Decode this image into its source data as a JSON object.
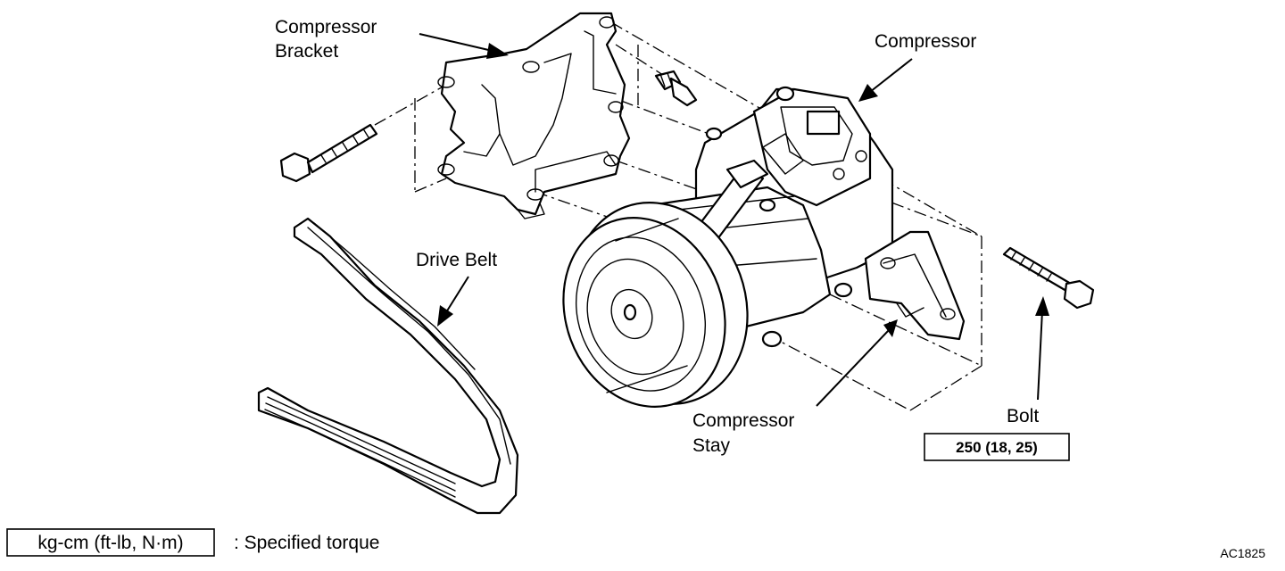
{
  "labels": {
    "compressor_bracket_line1": "Compressor",
    "compressor_bracket_line2": "Bracket",
    "compressor": "Compressor",
    "drive_belt": "Drive Belt",
    "compressor_stay_line1": "Compressor",
    "compressor_stay_line2": "Stay",
    "bolt": "Bolt",
    "bolt_torque": "250 (18, 25)"
  },
  "legend": {
    "unit_box": "kg-cm (ft-lb, N·m)",
    "description": ": Specified torque"
  },
  "figure_code": "AC1825"
}
